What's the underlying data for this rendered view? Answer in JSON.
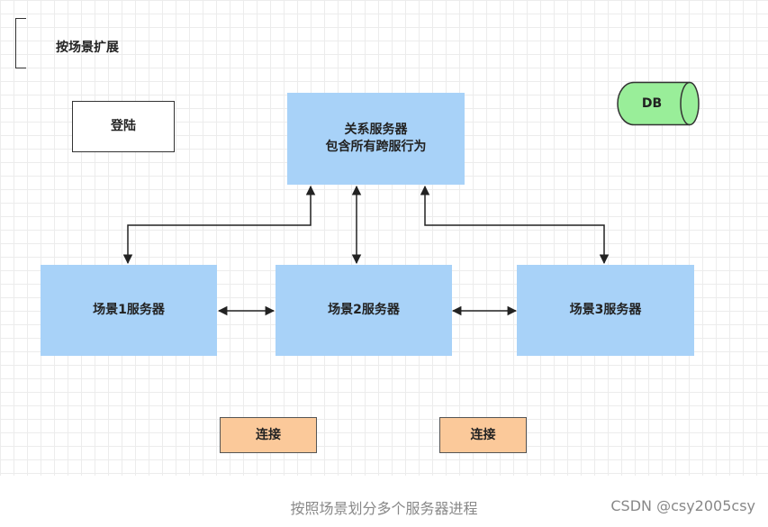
{
  "diagram": {
    "section_label": "按场景扩展",
    "nodes": {
      "login": "登陆",
      "relation_line1": "关系服务器",
      "relation_line2": "包含所有跨服行为",
      "db": "DB",
      "scene1": "场景1服务器",
      "scene2": "场景2服务器",
      "scene3": "场景3服务器",
      "connect1": "连接",
      "connect2": "连接"
    },
    "colors": {
      "server_fill": "#a8d2f8",
      "db_fill": "#99ee99",
      "connect_fill": "#fbc99a"
    }
  },
  "caption": "按照场景划分多个服务器进程",
  "watermark": "CSDN @csy2005csy"
}
